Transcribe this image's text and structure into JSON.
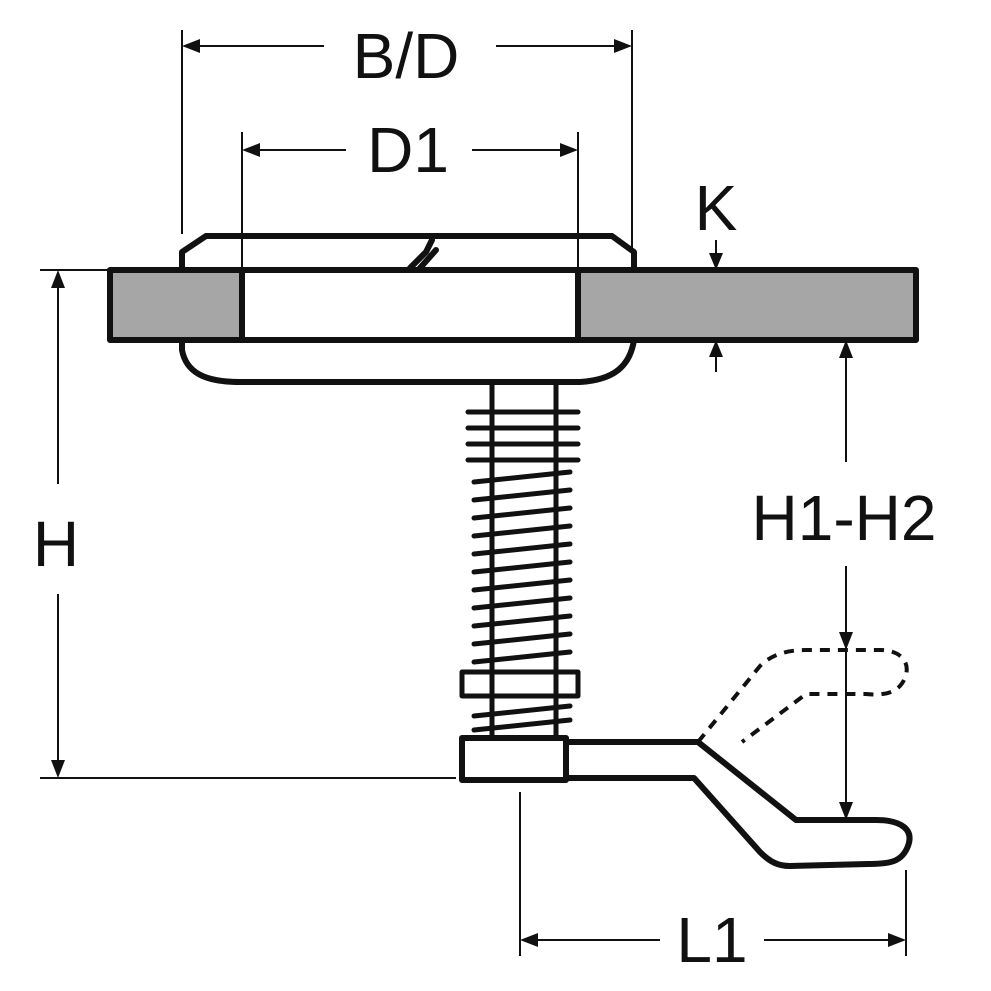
{
  "labels": {
    "bd": "B/D",
    "d1": "D1",
    "k": "K",
    "h": "H",
    "h1h2": "H1-H2",
    "l1": "L1"
  },
  "colors": {
    "line": "#111111",
    "panel_fill": "#a6a6a6",
    "background": "#ffffff"
  }
}
